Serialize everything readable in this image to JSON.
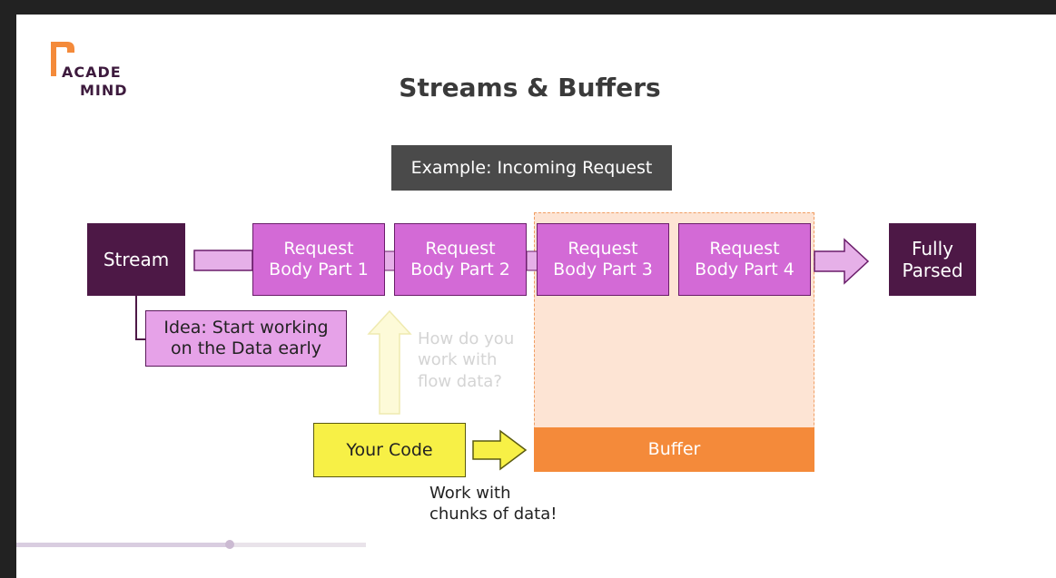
{
  "logo": {
    "line1": "ACADE",
    "line2": "MIND"
  },
  "title": "Streams & Buffers",
  "example_label": "Example: Incoming Request",
  "stream_label": "Stream",
  "fully_parsed": {
    "line1": "Fully",
    "line2": "Parsed"
  },
  "parts": [
    {
      "line1": "Request",
      "line2": "Body Part 1"
    },
    {
      "line1": "Request",
      "line2": "Body Part 2"
    },
    {
      "line1": "Request",
      "line2": "Body Part 3"
    },
    {
      "line1": "Request",
      "line2": "Body Part 4"
    }
  ],
  "idea": {
    "line1": "Idea: Start working",
    "line2": "on the Data early"
  },
  "question": {
    "line1": "How do you",
    "line2": "work with",
    "line3": "flow data?"
  },
  "your_code": "Your Code",
  "buffer": "Buffer",
  "chunks": {
    "line1": "Work with",
    "line2": "chunks of data!"
  },
  "video_progress": 0.6,
  "colors": {
    "dark_purple": "#4d1846",
    "part_pink": "#d36ad6",
    "buffer_orange": "#f48a3a",
    "buffer_zone": "#fde4d4",
    "code_yellow": "#f7f046"
  }
}
